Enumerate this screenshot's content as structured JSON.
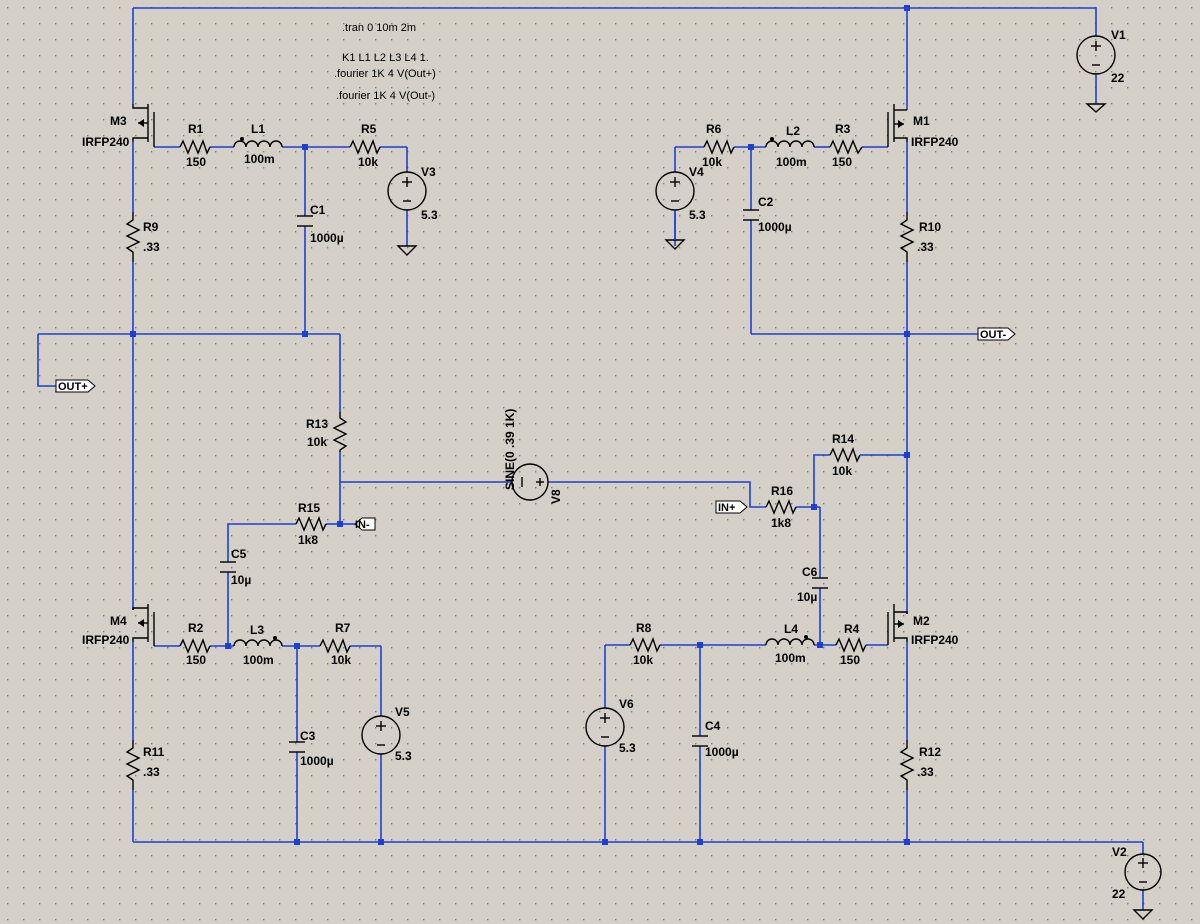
{
  "directives": {
    "tran": ".tran 0 10m 2m",
    "coupling": "K1 L1 L2 L3 L4 1.",
    "fourier_plus": ".fourier 1K 4 V(Out+)",
    "fourier_minus": ".fourier 1K 4 V(Out-)"
  },
  "components": {
    "M1": {
      "name": "M1",
      "model": "IRFP240"
    },
    "M2": {
      "name": "M2",
      "model": "IRFP240"
    },
    "M3": {
      "name": "M3",
      "model": "IRFP240"
    },
    "M4": {
      "name": "M4",
      "model": "IRFP240"
    },
    "R1": {
      "name": "R1",
      "value": "150"
    },
    "R2": {
      "name": "R2",
      "value": "150"
    },
    "R3": {
      "name": "R3",
      "value": "150"
    },
    "R4": {
      "name": "R4",
      "value": "150"
    },
    "R5": {
      "name": "R5",
      "value": "10k"
    },
    "R6": {
      "name": "R6",
      "value": "10k"
    },
    "R7": {
      "name": "R7",
      "value": "10k"
    },
    "R8": {
      "name": "R8",
      "value": "10k"
    },
    "R9": {
      "name": "R9",
      "value": ".33"
    },
    "R10": {
      "name": "R10",
      "value": ".33"
    },
    "R11": {
      "name": "R11",
      "value": ".33"
    },
    "R12": {
      "name": "R12",
      "value": ".33"
    },
    "R13": {
      "name": "R13",
      "value": "10k"
    },
    "R14": {
      "name": "R14",
      "value": "10k"
    },
    "R15": {
      "name": "R15",
      "value": "1k8"
    },
    "R16": {
      "name": "R16",
      "value": "1k8"
    },
    "L1": {
      "name": "L1",
      "value": "100m"
    },
    "L2": {
      "name": "L2",
      "value": "100m"
    },
    "L3": {
      "name": "L3",
      "value": "100m"
    },
    "L4": {
      "name": "L4",
      "value": "100m"
    },
    "C1": {
      "name": "C1",
      "value": "1000µ"
    },
    "C2": {
      "name": "C2",
      "value": "1000µ"
    },
    "C3": {
      "name": "C3",
      "value": "1000µ"
    },
    "C4": {
      "name": "C4",
      "value": "1000µ"
    },
    "C5": {
      "name": "C5",
      "value": "10µ"
    },
    "C6": {
      "name": "C6",
      "value": "10µ"
    },
    "V1": {
      "name": "V1",
      "value": "22"
    },
    "V2": {
      "name": "V2",
      "value": "22"
    },
    "V3": {
      "name": "V3",
      "value": "5.3"
    },
    "V4": {
      "name": "V4",
      "value": "5.3"
    },
    "V5": {
      "name": "V5",
      "value": "5.3"
    },
    "V6": {
      "name": "V6",
      "value": "5.3"
    },
    "V8": {
      "name": "V8",
      "value": "SINE(0 .39 1K)"
    }
  },
  "ports": {
    "out_plus": "OUT+",
    "out_minus": "OUT-",
    "in_plus": "IN+",
    "in_minus": "IN-"
  },
  "colors": {
    "background": "#d4d0c8",
    "wire": "#1f3fd0",
    "grid_dot": "#7a7a7a",
    "component": "#000000"
  }
}
